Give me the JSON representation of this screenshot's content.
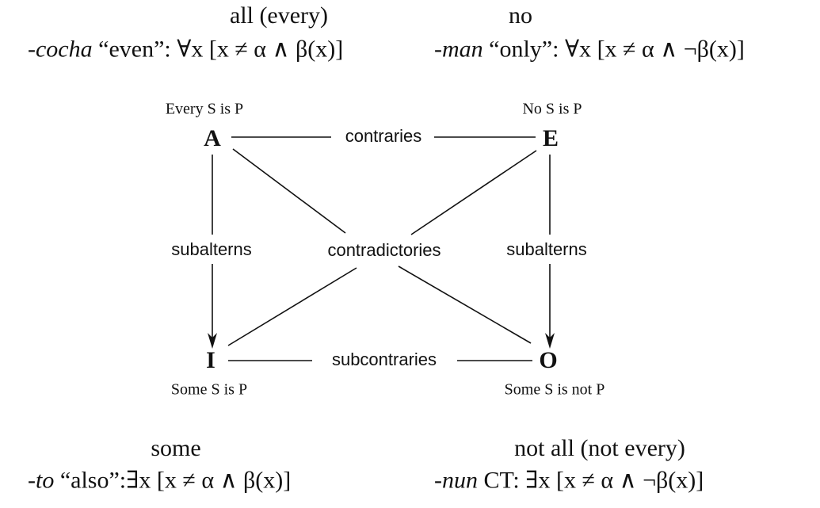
{
  "top": {
    "left_gloss": "all (every)",
    "right_gloss": "no",
    "left_suffix": "-cocha",
    "left_formula": " “even”: ∀x [x ≠ α ∧ β(x)]",
    "right_suffix": "-man",
    "right_formula": " “only”: ∀x [x ≠ α ∧ ¬β(x)]"
  },
  "square": {
    "A": {
      "letter": "A",
      "caption": "Every S is P"
    },
    "E": {
      "letter": "E",
      "caption": "No S is P"
    },
    "I": {
      "letter": "I",
      "caption": "Some S is P"
    },
    "O": {
      "letter": "O",
      "caption": "Some S is not P"
    },
    "relations": {
      "contraries": "contraries",
      "subalterns_left": "subalterns",
      "subalterns_right": "subalterns",
      "contradictories": "contradictories",
      "subcontraries": "subcontraries"
    }
  },
  "bottom": {
    "left_gloss": "some",
    "right_gloss": "not all (not every)",
    "left_suffix": "-to",
    "left_formula": " “also”:∃x [x ≠ α ∧ β(x)]",
    "right_suffix": "-nun",
    "right_formula": " CT: ∃x [x ≠ α ∧ ¬β(x)]"
  }
}
